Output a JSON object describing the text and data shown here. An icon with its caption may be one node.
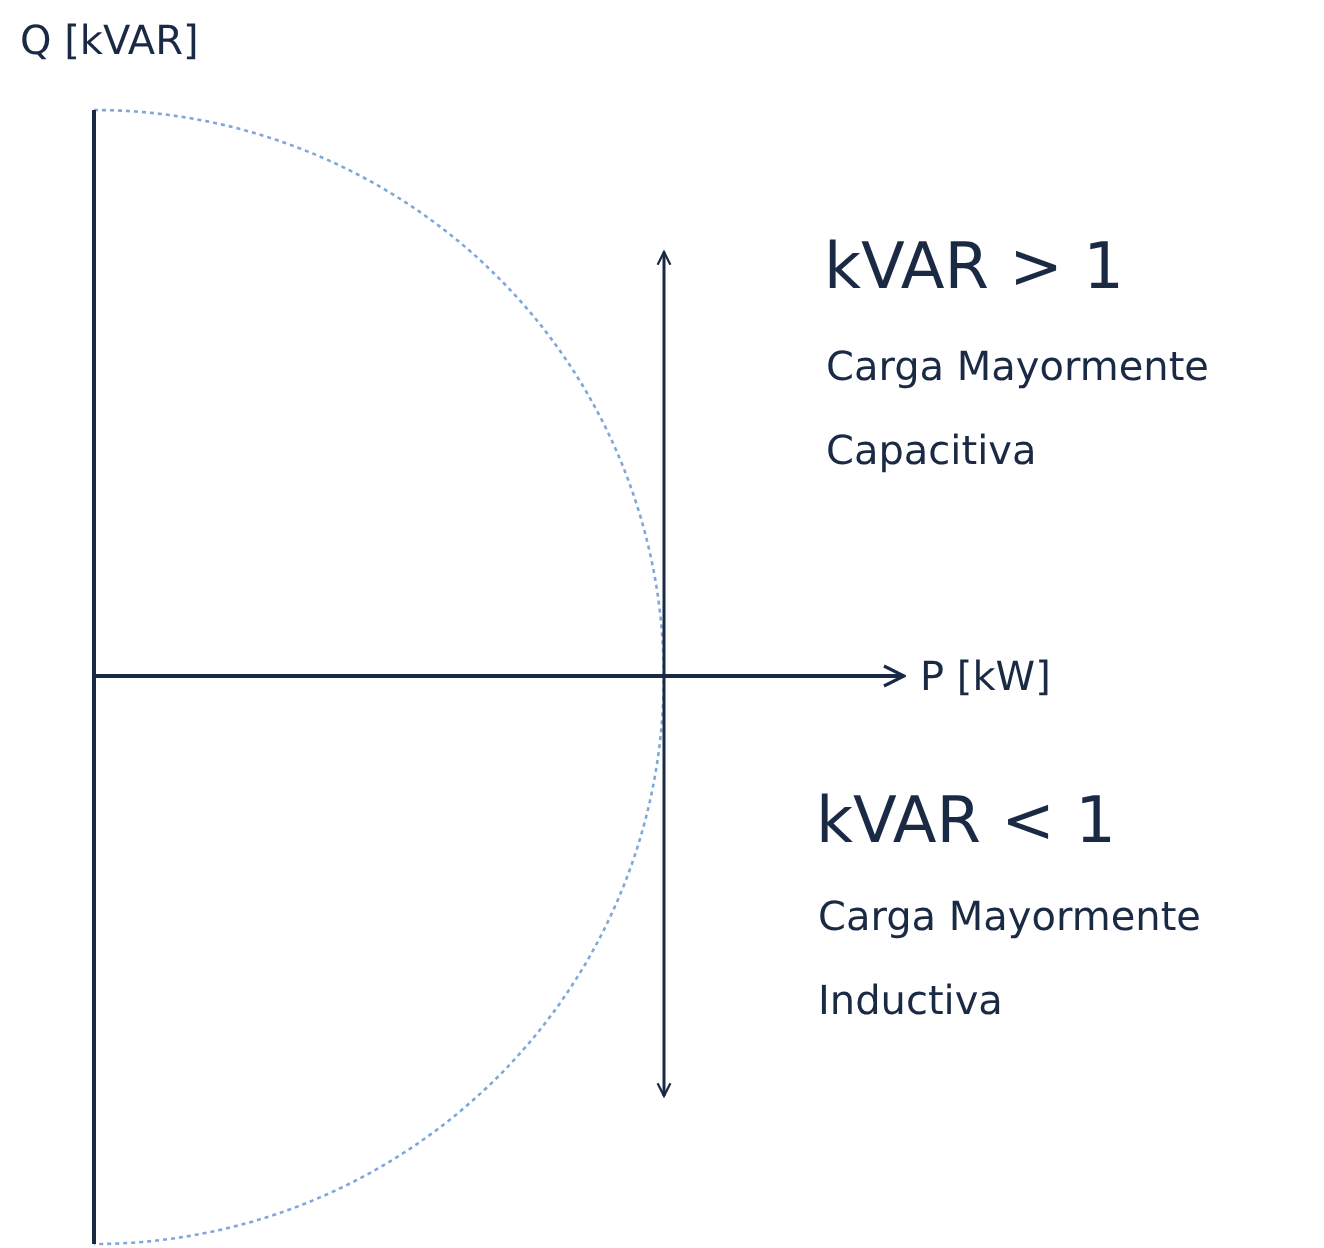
{
  "diagram": {
    "labels": [
      "Q [kVAR]",
      "kVAR > 1",
      "Carga Mayormente Capacitiva",
      "P [kW]",
      "kVAR < 1",
      "Carga Mayormente Inductiva"
    ]
  }
}
